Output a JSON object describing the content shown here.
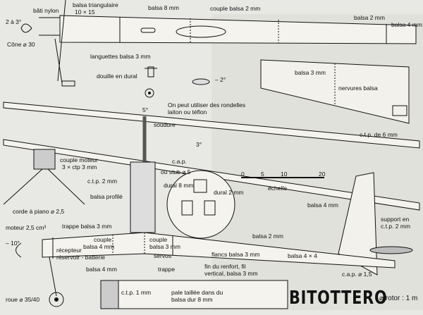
{
  "title": "BITOTTERO",
  "subtitle": "⌀ rotor : 1 m",
  "labels": {
    "bati_nylon": "bâti nylon",
    "balsa_tri": "balsa triangulaire",
    "balsa_tri_dim": "10 × 15",
    "angle_2_3": "2 à 3°",
    "cone": "Cône ⌀ 30",
    "balsa_8": "balsa 8 mm",
    "couple_2": "couple balsa 2 mm",
    "balsa_2_tail": "balsa 2 mm",
    "balsa_4_tail": "balsa 4 mm",
    "languettes": "languettes balsa 3 mm",
    "douille": "douille en dural",
    "minus2": "– 2°",
    "balsa_3_stab": "balsa 3 mm",
    "nervures": "nervures balsa",
    "ctp6": "c.t.p. de 6 mm",
    "rondelles1": "On peut utiliser des rondelles",
    "rondelles2": "laiton ou téflon",
    "five_deg": "5°",
    "soudure": "soudure",
    "three_deg": "3°",
    "couple_moteur1": "couple moteur",
    "couple_moteur2": "3 × ctp 3 mm",
    "cap1": "c.a.p.",
    "cap2": "ou stub ⌀ 5",
    "ctp2": "c.t.p. 2 mm",
    "dural8": "dural 8 mm",
    "dural2": "dural 2 mm",
    "balsa_profile": "balsa profilé",
    "corde": "corde à piano ⌀ 2,5",
    "scale": [
      "0",
      "5",
      "10",
      "20"
    ],
    "echelle": "échelle",
    "balsa_4_fin": "balsa 4 mm",
    "moteur": "moteur 2,5 cm³",
    "trappe3": "trappe balsa 3 mm",
    "minus10": "– 10°",
    "couple4a": "couple",
    "couple4b": "balsa 4 mm",
    "couple3a": "couple",
    "couple3b": "balsa 3 mm",
    "balsa_2_fus": "balsa 2 mm",
    "support1": "support en",
    "support2": "c.t.p. 2 mm",
    "recepteur": "récepteur",
    "reservoir": "réservoir - batterie",
    "servos": "servos",
    "flancs": "flancs balsa 3 mm",
    "balsa44": "balsa 4 × 4",
    "balsa_4_bottom": "balsa 4 mm",
    "trappe": "trappe",
    "fin1": "fin du renfort, fil",
    "fin2": "vertical, balsa 3 mm",
    "cap15": "c.a.p. ⌀ 1,5",
    "roue": "roue ⌀ 35/40",
    "ctp1": "c.t.p. 1 mm",
    "pale1": "pale taillée dans du",
    "pale2": "balsa dur 8 mm"
  }
}
